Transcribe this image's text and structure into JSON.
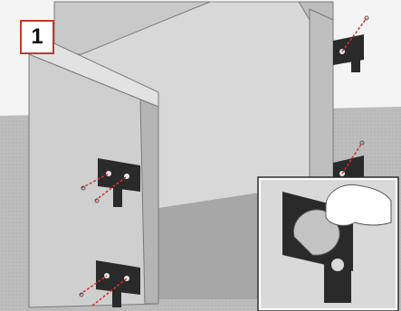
{
  "step": {
    "number": "1"
  },
  "colors": {
    "border": "#c0392b",
    "panel": "#c9c9c9",
    "shadow": "#8a8a8a",
    "bracket": "#2a2a2a",
    "screw_path": "#d32f2f",
    "background": "#f4f4f4",
    "floor": "#b9b9b9"
  },
  "icons": {
    "step_marker": "step-number-badge",
    "detail": "magnified-inset",
    "tool": "wrench-icon",
    "hand": "hand-icon",
    "fastener": "screw-icon"
  }
}
